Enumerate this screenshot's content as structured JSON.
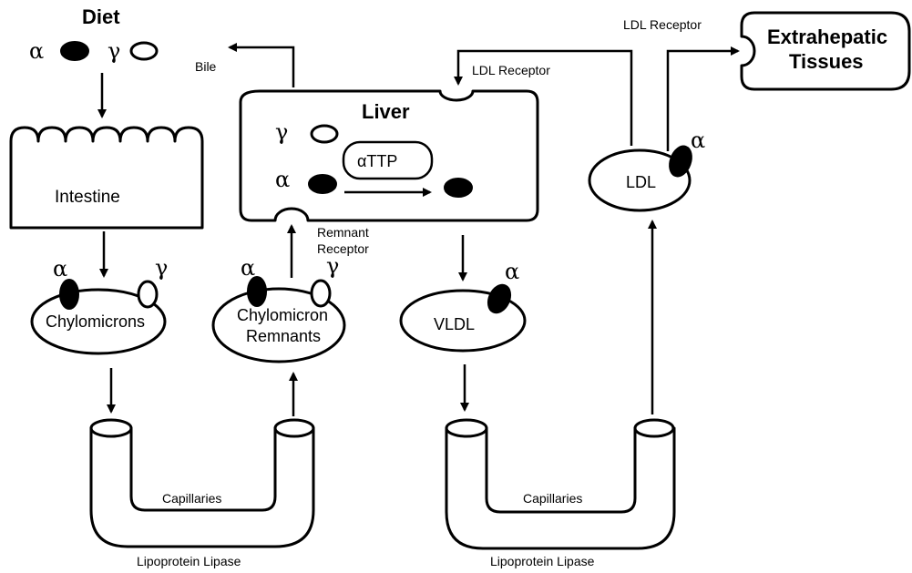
{
  "diet": {
    "title": "Diet",
    "alpha": "α",
    "gamma": "γ"
  },
  "intestine": {
    "label": "Intestine"
  },
  "chylomicrons": {
    "label": "Chylomicrons",
    "alpha": "α",
    "gamma": "γ"
  },
  "remnants": {
    "label_1": "Chylomicron",
    "label_2": "Remnants",
    "alpha": "α",
    "gamma": "γ"
  },
  "liver": {
    "title": "Liver",
    "gamma": "γ",
    "alpha": "α",
    "ttp": "αTTP",
    "remnant_receptor_1": "Remnant",
    "remnant_receptor_2": "Receptor",
    "bile": "Bile",
    "ldl_receptor": "LDL Receptor"
  },
  "vldl": {
    "label": "VLDL",
    "alpha": "α"
  },
  "ldl": {
    "label": "LDL",
    "alpha": "α"
  },
  "extrahepatic": {
    "label_1": "Extrahepatic",
    "label_2": "Tissues",
    "receptor": "LDL Receptor"
  },
  "capillaries_left": {
    "label": "Capillaries",
    "lipase": "Lipoprotein Lipase"
  },
  "capillaries_right": {
    "label": "Capillaries",
    "lipase": "Lipoprotein Lipase"
  }
}
